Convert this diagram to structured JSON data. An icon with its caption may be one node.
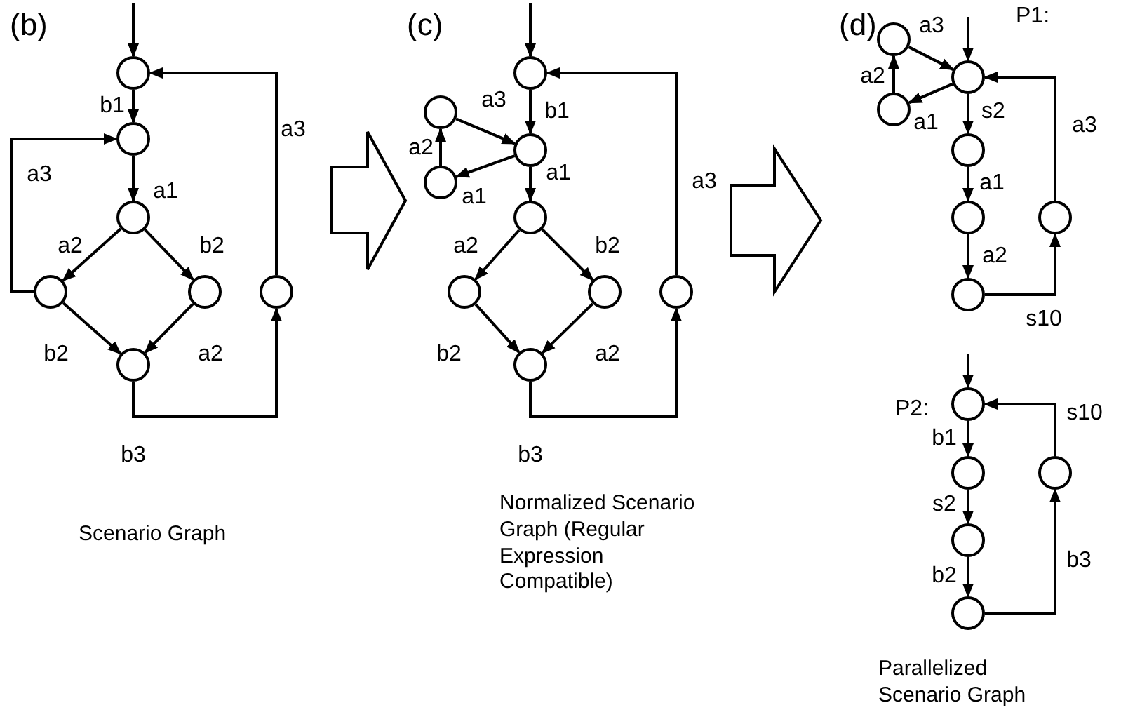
{
  "diagram": {
    "nodes": [
      {
        "text": [],
        "shape": "circle"
      },
      {
        "text": [],
        "shape": "circle"
      },
      {
        "text": [],
        "shape": "circle"
      },
      {
        "text": [],
        "shape": "circle"
      },
      {
        "text": [],
        "shape": "circle"
      },
      {
        "text": [],
        "shape": "circle"
      },
      {
        "text": [],
        "shape": "circle"
      },
      {
        "text": [],
        "shape": "circle"
      },
      {
        "text": [],
        "shape": "circle"
      },
      {
        "text": [],
        "shape": "circle"
      },
      {
        "text": [],
        "shape": "circle"
      },
      {
        "text": [],
        "shape": "circle"
      },
      {
        "text": [],
        "shape": "circle"
      },
      {
        "text": [],
        "shape": "circle"
      },
      {
        "text": [],
        "shape": "circle"
      },
      {
        "text": [],
        "shape": "circle"
      },
      {
        "text": [],
        "shape": "circle"
      },
      {
        "text": [],
        "shape": "circle"
      },
      {
        "text": [],
        "shape": "circle"
      },
      {
        "text": [],
        "shape": "circle"
      },
      {
        "text": [],
        "shape": "circle"
      },
      {
        "text": [],
        "shape": "circle"
      },
      {
        "text": [],
        "shape": "circle"
      },
      {
        "text": [],
        "shape": "circle"
      },
      {
        "text": [],
        "shape": "circle"
      },
      {
        "text": [],
        "shape": "circle"
      },
      {
        "text": [],
        "shape": "circle"
      },
      {
        "text": [],
        "shape": "circle"
      }
    ],
    "edges": [
      {
        "from": null,
        "to": 0,
        "arrow": "to"
      },
      {
        "from": 0,
        "to": 1,
        "arrow": "to",
        "label": "b1"
      },
      {
        "from": 1,
        "to": 2,
        "arrow": "to",
        "label": "a1"
      },
      {
        "from": 2,
        "to": 3,
        "arrow": "to",
        "label": "a2"
      },
      {
        "from": 2,
        "to": 4,
        "arrow": "to",
        "label": "b2"
      },
      {
        "from": 3,
        "to": 5,
        "arrow": "to",
        "label": "b2"
      },
      {
        "from": 4,
        "to": 5,
        "arrow": "to",
        "label": "a2"
      },
      {
        "from": 3,
        "to": 1,
        "arrow": "to",
        "label": "a3"
      },
      {
        "from": 5,
        "to": 6,
        "arrow": "to",
        "label": "b3"
      },
      {
        "from": 6,
        "to": 0,
        "arrow": "to",
        "label": "a3"
      },
      {
        "from": null,
        "to": 7,
        "arrow": "to"
      },
      {
        "from": 7,
        "to": 8,
        "arrow": "to",
        "label": "b1"
      },
      {
        "from": 9,
        "to": 8,
        "arrow": "to",
        "label": "a3"
      },
      {
        "from": 8,
        "to": 10,
        "arrow": "to",
        "label": "a1"
      },
      {
        "from": 10,
        "to": 9,
        "arrow": "to",
        "label": "a2"
      },
      {
        "from": 8,
        "to": 11,
        "arrow": "to",
        "label": "a1"
      },
      {
        "from": 11,
        "to": 12,
        "arrow": "to",
        "label": "a2"
      },
      {
        "from": 11,
        "to": 13,
        "arrow": "to",
        "label": "b2"
      },
      {
        "from": 12,
        "to": 14,
        "arrow": "to",
        "label": "b2"
      },
      {
        "from": 13,
        "to": 14,
        "arrow": "to",
        "label": "a2"
      },
      {
        "from": 14,
        "to": 15,
        "arrow": "to",
        "label": "b3"
      },
      {
        "from": 15,
        "to": 7,
        "arrow": "to",
        "label": "a3"
      },
      {
        "from": null,
        "to": 18,
        "arrow": "to"
      },
      {
        "from": 16,
        "to": 18,
        "arrow": "to",
        "label": "a3"
      },
      {
        "from": 18,
        "to": 17,
        "arrow": "to",
        "label": "a1"
      },
      {
        "from": 17,
        "to": 16,
        "arrow": "to",
        "label": "a2"
      },
      {
        "from": 18,
        "to": 19,
        "arrow": "to",
        "label": "s2"
      },
      {
        "from": 19,
        "to": 20,
        "arrow": "to",
        "label": "a1"
      },
      {
        "from": 20,
        "to": 22,
        "arrow": "to",
        "label": "a2"
      },
      {
        "from": 22,
        "to": 21,
        "arrow": "to",
        "label": "s10"
      },
      {
        "from": 21,
        "to": 18,
        "arrow": "to",
        "label": "a3"
      },
      {
        "from": null,
        "to": 23,
        "arrow": "to"
      },
      {
        "from": 23,
        "to": 24,
        "arrow": "to",
        "label": "b1"
      },
      {
        "from": 24,
        "to": 26,
        "arrow": "to",
        "label": "s2"
      },
      {
        "from": 26,
        "to": 27,
        "arrow": "to",
        "label": "b2"
      },
      {
        "from": 27,
        "to": 25,
        "arrow": "to",
        "label": "b3"
      },
      {
        "from": 25,
        "to": 23,
        "arrow": "to",
        "label": "s10"
      }
    ],
    "labels": [
      "(b)",
      "Scenario Graph",
      "(c)",
      "Normalized Scenario Graph (Regular Expression Compatible)",
      "(d)",
      "P1:",
      "P2:",
      "Parallelized Scenario Graph"
    ]
  }
}
